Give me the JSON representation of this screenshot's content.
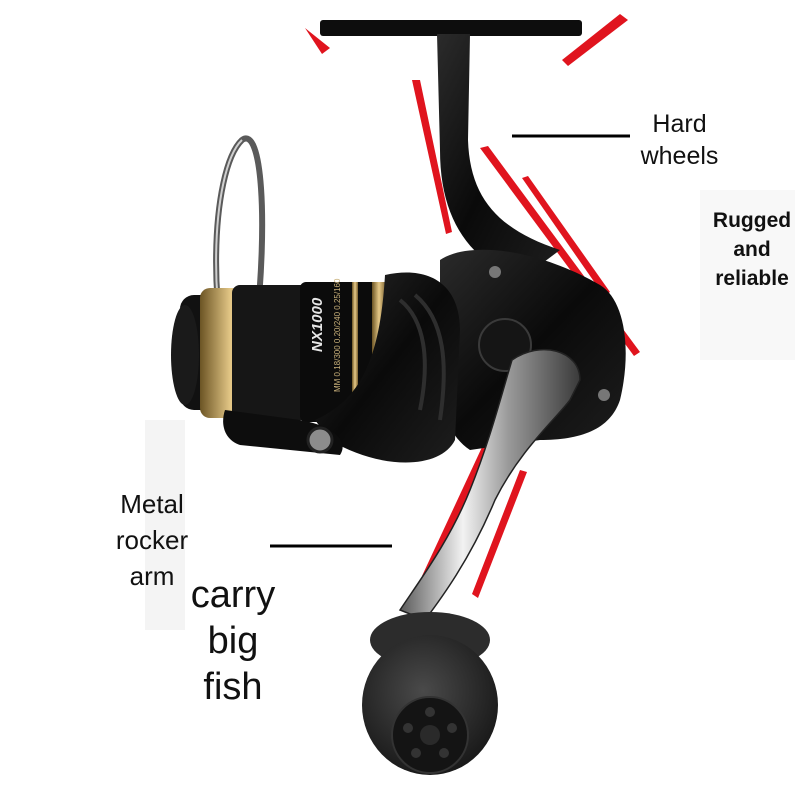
{
  "labels": {
    "hard_wheels": [
      "Hard",
      "wheels"
    ],
    "rugged": [
      "Rugged",
      "and",
      "reliable"
    ],
    "metal_arm": [
      "Metal",
      "rocker",
      "arm"
    ],
    "carry": [
      "carry",
      "big",
      "fish"
    ]
  },
  "reel": {
    "model": "NX1000",
    "spec": "MM 0.18/300 0.20/240 0.25/160"
  },
  "colors": {
    "accent": "#e0141e",
    "body": "#0d0d0d",
    "gold": "#c7a35a",
    "chrome": "#d9d9d9",
    "foam": "#333333"
  }
}
